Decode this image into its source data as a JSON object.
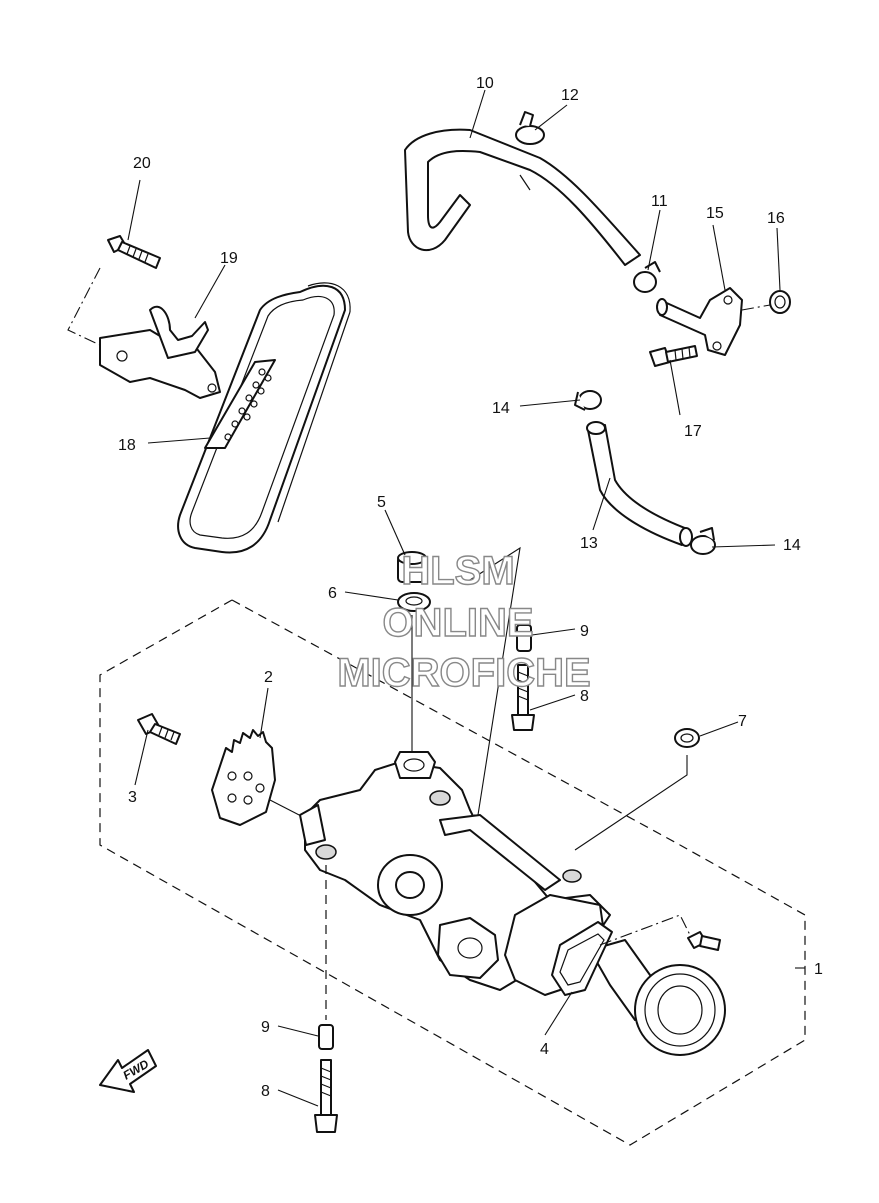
{
  "callouts": [
    "1",
    "2",
    "3",
    "4",
    "5",
    "6",
    "7",
    "8",
    "8",
    "9",
    "9",
    "10",
    "11",
    "12",
    "13",
    "14",
    "14",
    "15",
    "16",
    "17",
    "18",
    "19",
    "20"
  ],
  "watermark": {
    "line1": "HLSM",
    "line2": "ONLINE",
    "line3": "MICROFICHE"
  },
  "fwd_label": "FWD"
}
